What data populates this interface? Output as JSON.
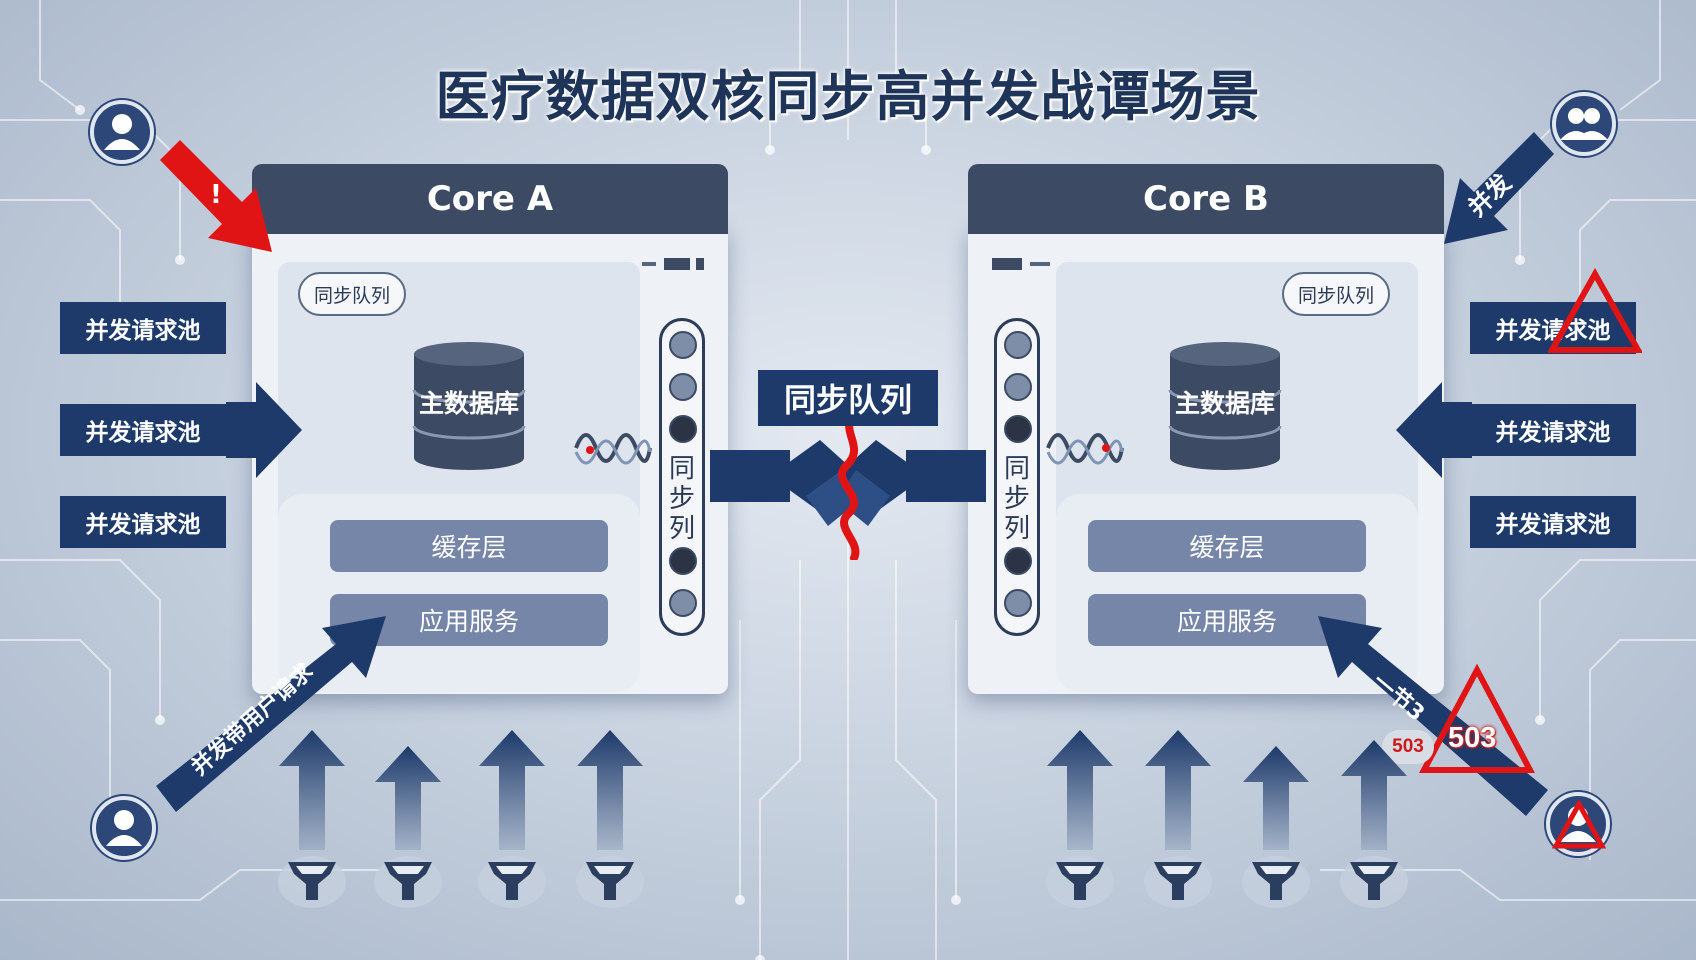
{
  "title": "医疗数据双核同步高并发战谭场景",
  "core_a": {
    "header": "Core A",
    "queue_badge": "同步队列",
    "database": "主数据库",
    "cache_layer": "缓存层",
    "app_service": "应用服务",
    "queue_text": "同步列"
  },
  "core_b": {
    "header": "Core B",
    "queue_badge": "同步队列",
    "database": "主数据库",
    "cache_layer": "缓存层",
    "app_service": "应用服务",
    "queue_text": "同步列"
  },
  "center_label": "同步队列",
  "left_pools": [
    "并发请求池",
    "并发请求池",
    "并发请求池"
  ],
  "right_pools": [
    "并发请求池",
    "并发请求池",
    "并发请求池"
  ],
  "left_diag_label": "并发带用户请求",
  "right_top_label": "并发",
  "right_diag_label": "一节3",
  "error_code_large": "503",
  "error_code_small": "503",
  "alert_mark": "!",
  "colors": {
    "navy": "#1d3a6a",
    "header": "#3c4a63",
    "alert_red": "#e01414",
    "background": "#c9d3e0"
  },
  "icons": {
    "user": "user-icon",
    "group": "users-icon",
    "database": "database-icon",
    "funnel": "funnel-icon",
    "warning": "warning-triangle-icon",
    "signal": "signal-wave-icon"
  }
}
